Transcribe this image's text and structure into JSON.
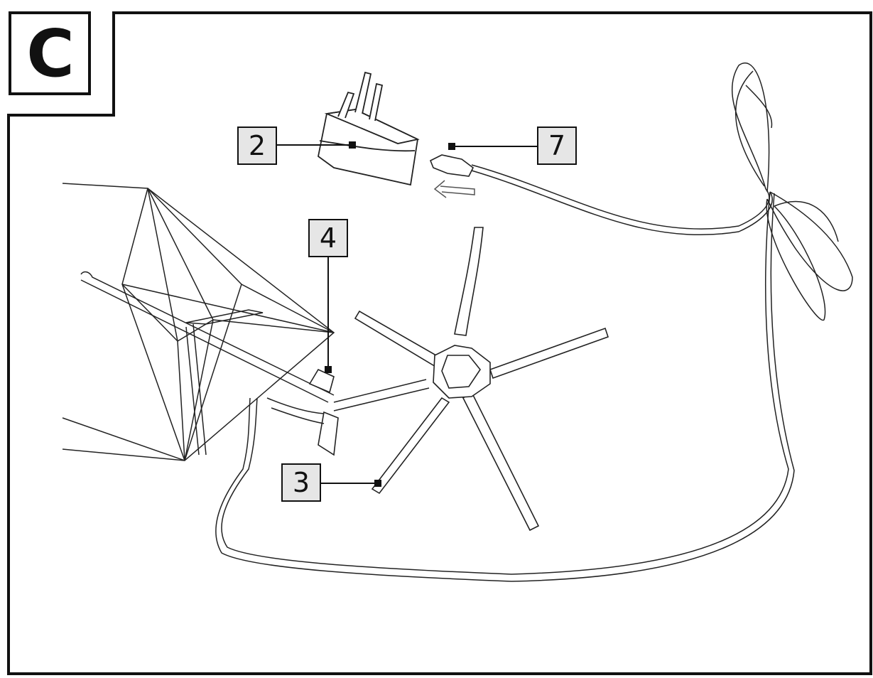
{
  "panel": {
    "letter": "C"
  },
  "callouts": [
    {
      "id": "2",
      "label": "2",
      "part": "power-adapter"
    },
    {
      "id": "7",
      "label": "7",
      "part": "cable-plug"
    },
    {
      "id": "4",
      "label": "4",
      "part": "socket-connector"
    },
    {
      "id": "3",
      "label": "3",
      "part": "light-stand-leg"
    }
  ],
  "colors": {
    "line": "#111111",
    "callout_fill": "#e6e6e6",
    "background": "#ffffff"
  }
}
